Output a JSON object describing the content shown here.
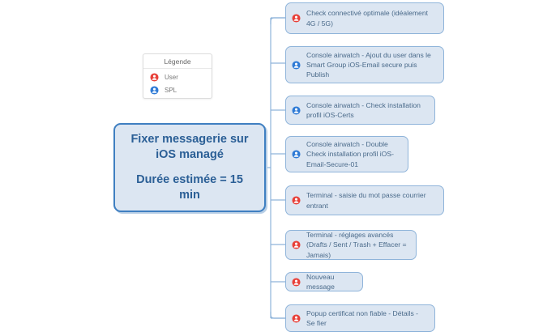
{
  "diagram": {
    "type": "mind-map",
    "central_node": {
      "title_line_1": "Fixer messagerie sur",
      "title_line_2": "iOS managé",
      "subtitle_line_1": "Durée estimée = 15",
      "subtitle_line_2": "min"
    },
    "legend": {
      "title": "Légende",
      "items": [
        {
          "label": "User",
          "color": "#e8413a",
          "icon": "user-avatar-icon"
        },
        {
          "label": "SPL",
          "color": "#2f7bd6",
          "icon": "user-avatar-icon"
        }
      ]
    },
    "branches": [
      {
        "id": "branch-1",
        "text": "Check connectivé optimale (idéalement 4G / 5G)",
        "actor": "User",
        "color": "#e8413a",
        "icon": "user-avatar-icon"
      },
      {
        "id": "branch-2",
        "text": "Console airwatch - Ajout du user dans le Smart Group iOS-Email secure puis Publish",
        "actor": "SPL",
        "color": "#2f7bd6",
        "icon": "user-avatar-icon"
      },
      {
        "id": "branch-3",
        "text": "Console airwatch - Check installation profil iOS-Certs",
        "actor": "SPL",
        "color": "#2f7bd6",
        "icon": "user-avatar-icon"
      },
      {
        "id": "branch-4",
        "text": "Console airwatch - Double Check installation profil iOS-Email-Secure-01",
        "actor": "SPL",
        "color": "#2f7bd6",
        "icon": "user-avatar-icon"
      },
      {
        "id": "branch-5",
        "text": "Terminal - saisie du mot passe courrier entrant",
        "actor": "User",
        "color": "#e8413a",
        "icon": "user-avatar-icon"
      },
      {
        "id": "branch-6",
        "text": "Terminal - réglages avancés (Drafts / Sent / Trash + Effacer = Jamais)",
        "actor": "User",
        "color": "#e8413a",
        "icon": "user-avatar-icon"
      },
      {
        "id": "branch-7",
        "text": "Nouveau message",
        "actor": "User",
        "color": "#e8413a",
        "icon": "user-avatar-icon"
      },
      {
        "id": "branch-8",
        "text": "Popup certificat non fiable - Détails - Se fier",
        "actor": "User",
        "color": "#e8413a",
        "icon": "user-avatar-icon"
      }
    ],
    "colors": {
      "node_fill": "#dce6f2",
      "node_border": "#8fb4da",
      "central_border": "#3f7fc1",
      "central_text": "#2b5f96",
      "branch_text": "#4a6a8a",
      "connector": "#8fb4da",
      "legend_border": "#dcdcdc",
      "legend_text": "#777777"
    }
  }
}
